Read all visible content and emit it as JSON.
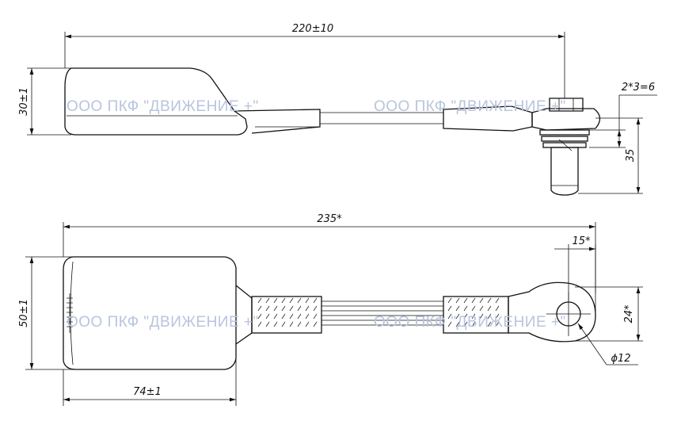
{
  "drawing": {
    "top_view": {
      "length_dim": "220±10",
      "height_dim": "30±1",
      "bolt_dim": "2*3=6",
      "offset_dim": "35"
    },
    "bottom_view": {
      "length_dim": "235*",
      "width_dim": "50±1",
      "buckle_len_dim": "74±1",
      "angle_dim": "15*",
      "eye_width_dim": "24*",
      "hole_dim": "ϕ12"
    },
    "watermark": "ООО ПКФ \"ДВИЖЕНИЕ +\""
  }
}
